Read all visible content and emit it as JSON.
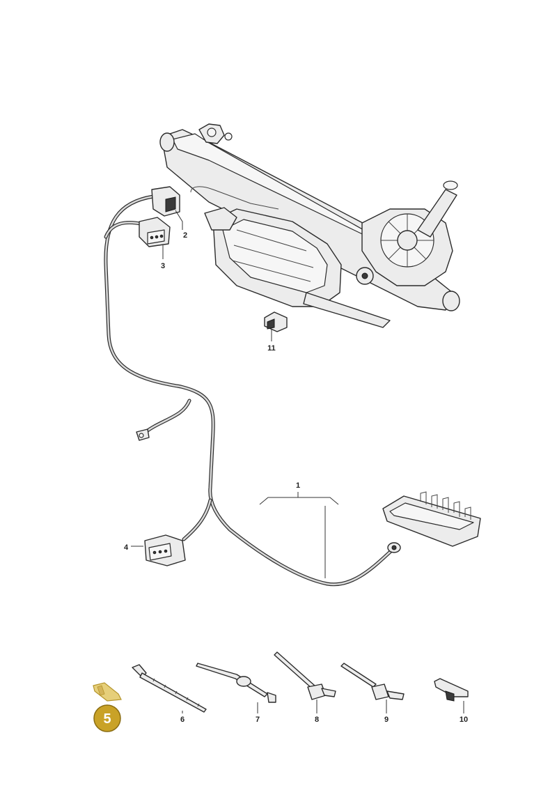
{
  "callouts": {
    "c1": "1",
    "c2": "2",
    "c3": "3",
    "c4": "4",
    "c5": "5",
    "c6": "6",
    "c7": "7",
    "c8": "8",
    "c9": "9",
    "c10": "10",
    "c11": "11"
  },
  "colors": {
    "badge_fill": "#c9a227",
    "badge_stroke": "#8a6d12",
    "line": "#2a2a2a"
  },
  "icons": {
    "badge_item": "clip-icon"
  }
}
